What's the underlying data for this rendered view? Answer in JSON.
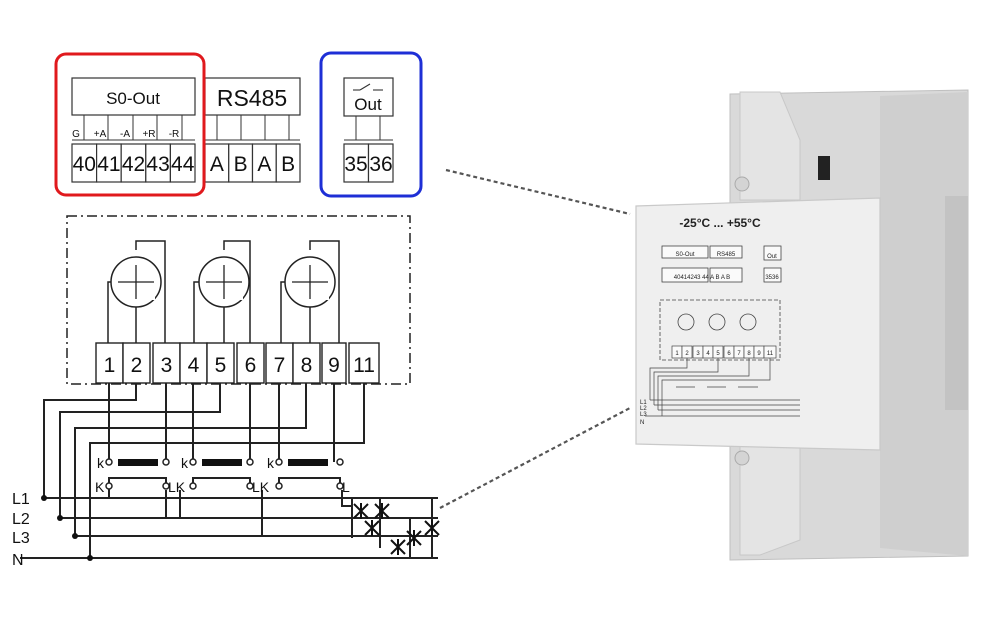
{
  "s0_block": {
    "header": "S0-Out",
    "sub_labels": [
      "G",
      "+A",
      "-A",
      "+R",
      "-R"
    ],
    "terminals": [
      "40",
      "41",
      "42",
      "43",
      "44"
    ],
    "highlight_color": "#e0191d"
  },
  "rs485_block": {
    "header": "RS485",
    "terminals": [
      "A",
      "B",
      "A",
      "B"
    ]
  },
  "out_block": {
    "header": "Out",
    "terminals": [
      "35",
      "36"
    ],
    "highlight_color": "#1e2fd6"
  },
  "main_terminals": [
    "1",
    "2",
    "3",
    "4",
    "5",
    "6",
    "7",
    "8",
    "9",
    "11"
  ],
  "ct_labels": {
    "top": [
      "k",
      "k",
      "k"
    ],
    "bottom": [
      "K",
      "LK",
      "LK",
      "L"
    ]
  },
  "line_labels": [
    "L1",
    "L2",
    "L3",
    "N"
  ],
  "device": {
    "temp_range": "-25°C ... +55°C",
    "s0_header": "S0-Out",
    "rs485_header": "RS485",
    "out_header": "Out",
    "terminals_top": "40414243 44 A B A B",
    "out_terminals": "3536",
    "main_terminals": [
      "1",
      "2",
      "3",
      "4",
      "5",
      "6",
      "7",
      "8",
      "9",
      "11"
    ],
    "line_labels": [
      "L1",
      "L2",
      "L3",
      "N"
    ]
  }
}
